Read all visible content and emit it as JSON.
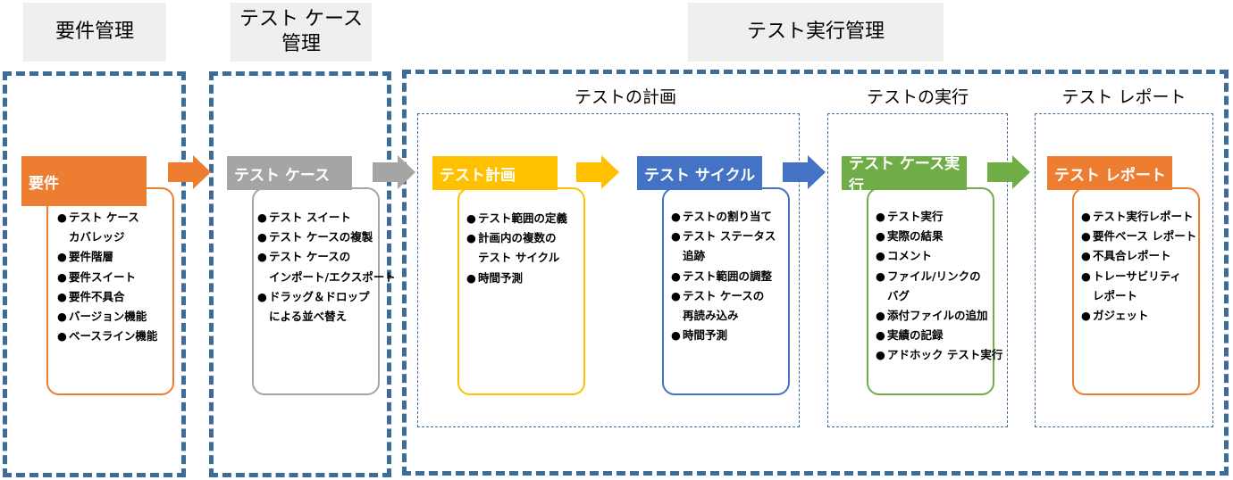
{
  "headers": {
    "requirements": "要件管理",
    "testcase": "テスト ケース\n管理",
    "execution": "テスト実行管理"
  },
  "stages": {
    "planning": "テストの計画",
    "execution": "テストの実行",
    "report": "テスト レポート"
  },
  "cards": [
    {
      "id": "requirements",
      "title": "要件",
      "color": "#ed7d31",
      "items": [
        "テスト ケース\nカバレッジ",
        "要件階層",
        "要件スイート",
        "要件不具合",
        "バージョン機能",
        "ベースライン機能"
      ]
    },
    {
      "id": "testcase",
      "title": "テスト ケース",
      "color": "#a5a5a5",
      "items": [
        "テスト スイート",
        "テスト ケースの複製",
        "テスト ケースの\nインポート/エクスポート",
        "ドラッグ＆ドロップ\nによる並べ替え"
      ]
    },
    {
      "id": "test-plan",
      "title": "テスト計画",
      "color": "#ffc000",
      "items": [
        "テスト範囲の定義",
        "計画内の複数の\nテスト サイクル",
        "時間予測"
      ]
    },
    {
      "id": "test-cycle",
      "title": "テスト サイクル",
      "color": "#4472c4",
      "items": [
        "テストの割り当て",
        "テスト ステータス\n追跡",
        "テスト範囲の調整",
        "テスト ケースの\n再読み込み",
        "時間予測"
      ]
    },
    {
      "id": "test-case-execution",
      "title": "テスト ケース実行",
      "color": "#70ad47",
      "items": [
        "テスト実行",
        "実際の結果",
        "コメント",
        "ファイル/リンクの\nバグ",
        "添付ファイルの追加",
        "実績の記録",
        "アドホック テスト実行"
      ]
    },
    {
      "id": "test-report",
      "title": "テスト レポート",
      "color": "#ed7d31",
      "items": [
        "テスト実行レポート",
        "要件ベース レポート",
        "不具合レポート",
        "トレーサビリティ\nレポート",
        "ガジェット"
      ]
    }
  ],
  "arrows": [
    {
      "id": "req-to-tc",
      "color": "#ed7d31"
    },
    {
      "id": "tc-to-plan",
      "color": "#a5a5a5"
    },
    {
      "id": "plan-to-cycle",
      "color": "#ffc000"
    },
    {
      "id": "cycle-to-exec",
      "color": "#4472c4"
    },
    {
      "id": "exec-to-report",
      "color": "#70ad47"
    }
  ]
}
